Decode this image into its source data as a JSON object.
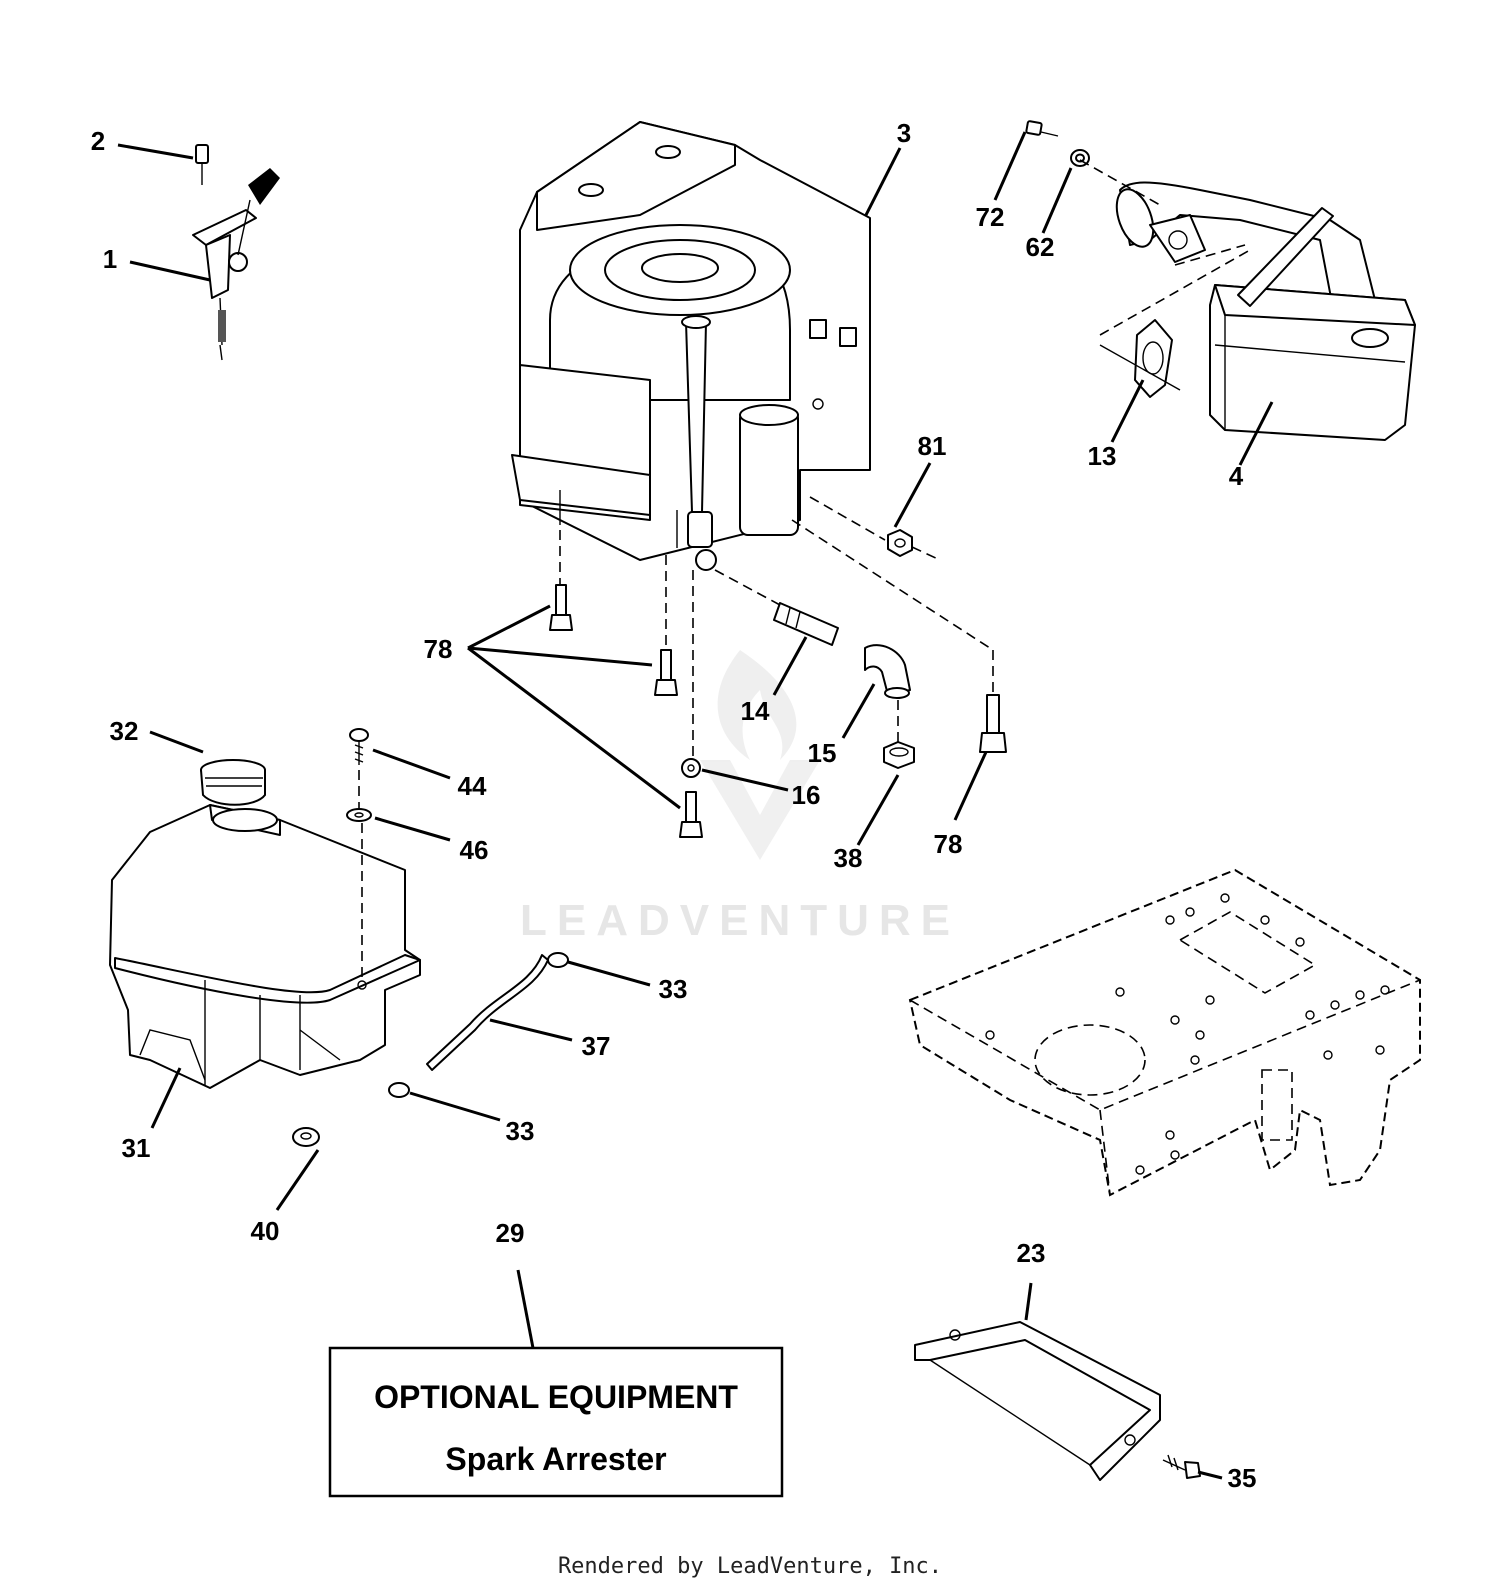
{
  "watermark": "LEADVENTURE",
  "footer": "Rendered by LeadVenture, Inc.",
  "optional_box": {
    "line1": "OPTIONAL EQUIPMENT",
    "line2": "Spark Arrester"
  },
  "callouts": [
    {
      "id": "c1",
      "label": "1"
    },
    {
      "id": "c2",
      "label": "2"
    },
    {
      "id": "c3",
      "label": "3"
    },
    {
      "id": "c4",
      "label": "4"
    },
    {
      "id": "c13",
      "label": "13"
    },
    {
      "id": "c14",
      "label": "14"
    },
    {
      "id": "c15",
      "label": "15"
    },
    {
      "id": "c16",
      "label": "16"
    },
    {
      "id": "c23",
      "label": "23"
    },
    {
      "id": "c29",
      "label": "29"
    },
    {
      "id": "c31",
      "label": "31"
    },
    {
      "id": "c32",
      "label": "32"
    },
    {
      "id": "c33a",
      "label": "33"
    },
    {
      "id": "c33b",
      "label": "33"
    },
    {
      "id": "c35",
      "label": "35"
    },
    {
      "id": "c37",
      "label": "37"
    },
    {
      "id": "c38",
      "label": "38"
    },
    {
      "id": "c40",
      "label": "40"
    },
    {
      "id": "c44",
      "label": "44"
    },
    {
      "id": "c46",
      "label": "46"
    },
    {
      "id": "c62",
      "label": "62"
    },
    {
      "id": "c72",
      "label": "72"
    },
    {
      "id": "c78a",
      "label": "78"
    },
    {
      "id": "c78b",
      "label": "78"
    },
    {
      "id": "c81",
      "label": "81"
    }
  ]
}
